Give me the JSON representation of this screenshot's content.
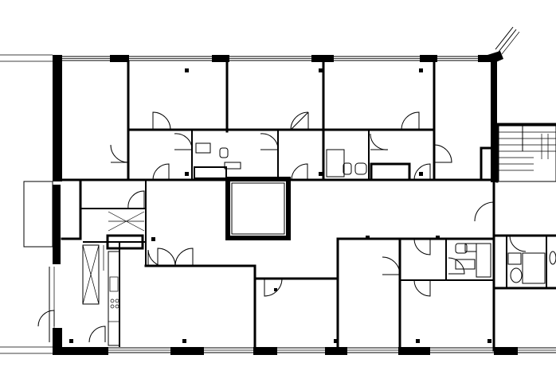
{
  "drawing": {
    "kind": "architectural-floor-plan",
    "colors": {
      "background": "#ffffff",
      "ink": "#000000"
    },
    "symbols": [
      "door-swing",
      "window",
      "stair",
      "wc",
      "washbasin",
      "shower",
      "kitchen-counter",
      "cooktop",
      "column"
    ]
  }
}
